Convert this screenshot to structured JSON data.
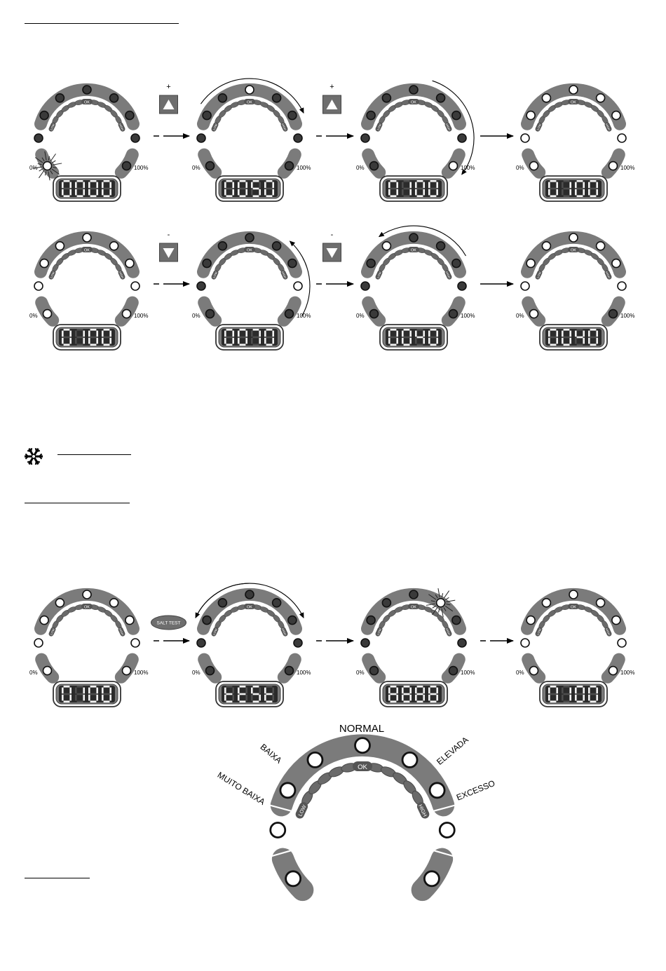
{
  "labels": {
    "min": "0%",
    "max": "100%",
    "ok": "OK",
    "low": "LOW",
    "high": "HIGH"
  },
  "buttons": {
    "plus_symbol": "+",
    "minus_symbol": "-",
    "salt_test": "SALT TEST"
  },
  "legend": {
    "muito_baixa": "MUITO BAIXA",
    "baixa": "BAIXA",
    "normal": "NORMAL",
    "elevada": "ELEVADA",
    "excesso": "EXCESSO"
  },
  "led_levels": [
    "muito baixa",
    "baixa",
    "baixa",
    "normal",
    "normal",
    "normal",
    "elevada",
    "elevada",
    "excesso"
  ],
  "sequences": [
    {
      "name": "increase",
      "transitions": [
        {
          "type": "plus-button",
          "dashed": true
        },
        {
          "type": "plus-button",
          "dashed": true
        },
        {
          "type": "plain",
          "dashed": false
        }
      ],
      "gauges": [
        {
          "leds": [
            1,
            0,
            0,
            0,
            0,
            0,
            0,
            0,
            0
          ],
          "display": "0000",
          "flash": true,
          "sweep": ""
        },
        {
          "leds": [
            0,
            0,
            0,
            0,
            1,
            0,
            0,
            0,
            0
          ],
          "display": "0050",
          "flash": false,
          "sweep": "right"
        },
        {
          "leds": [
            0,
            0,
            0,
            0,
            0,
            0,
            0,
            0,
            1
          ],
          "display": "0100",
          "flash": false,
          "sweep": "down-right"
        },
        {
          "leds": [
            1,
            1,
            1,
            1,
            1,
            1,
            1,
            1,
            1
          ],
          "display": "0100",
          "flash": false,
          "sweep": ""
        }
      ]
    },
    {
      "name": "decrease",
      "transitions": [
        {
          "type": "minus-button",
          "dashed": true
        },
        {
          "type": "minus-button",
          "dashed": true
        },
        {
          "type": "plain",
          "dashed": false
        }
      ],
      "gauges": [
        {
          "leds": [
            1,
            1,
            1,
            1,
            1,
            1,
            1,
            1,
            1
          ],
          "display": "0100",
          "flash": false,
          "sweep": ""
        },
        {
          "leds": [
            0,
            0,
            0,
            0,
            0,
            0,
            0,
            1,
            0
          ],
          "display": "0070",
          "flash": false,
          "sweep": "up-right"
        },
        {
          "leds": [
            0,
            0,
            0,
            1,
            0,
            0,
            0,
            0,
            0
          ],
          "display": "0040",
          "flash": false,
          "sweep": "left"
        },
        {
          "leds": [
            1,
            1,
            1,
            1,
            1,
            1,
            1,
            1,
            0
          ],
          "display": "0040",
          "flash": false,
          "sweep": ""
        }
      ]
    },
    {
      "name": "salt-test",
      "transitions": [
        {
          "type": "salt-button",
          "dashed": true
        },
        {
          "type": "plain",
          "dashed": true
        },
        {
          "type": "plain",
          "dashed": true
        }
      ],
      "gauges": [
        {
          "leds": [
            1,
            1,
            1,
            1,
            1,
            1,
            1,
            1,
            1
          ],
          "display": "0100",
          "flash": false,
          "sweep": ""
        },
        {
          "leds": [
            0,
            0,
            0,
            0,
            0,
            0,
            0,
            0,
            0
          ],
          "display": "test",
          "flash": false,
          "sweep": "full"
        },
        {
          "leds": [
            0,
            0,
            0,
            0,
            0,
            1,
            0,
            0,
            0
          ],
          "display": "8888",
          "flash": true,
          "sweep": ""
        },
        {
          "leds": [
            1,
            1,
            1,
            1,
            1,
            1,
            1,
            1,
            1
          ],
          "display": "0100",
          "flash": false,
          "sweep": ""
        }
      ]
    }
  ],
  "legend_gauge": {
    "leds": [
      1,
      1,
      1,
      1,
      1,
      1,
      1,
      1,
      1
    ]
  },
  "icons": [
    "snowflake-icon"
  ]
}
